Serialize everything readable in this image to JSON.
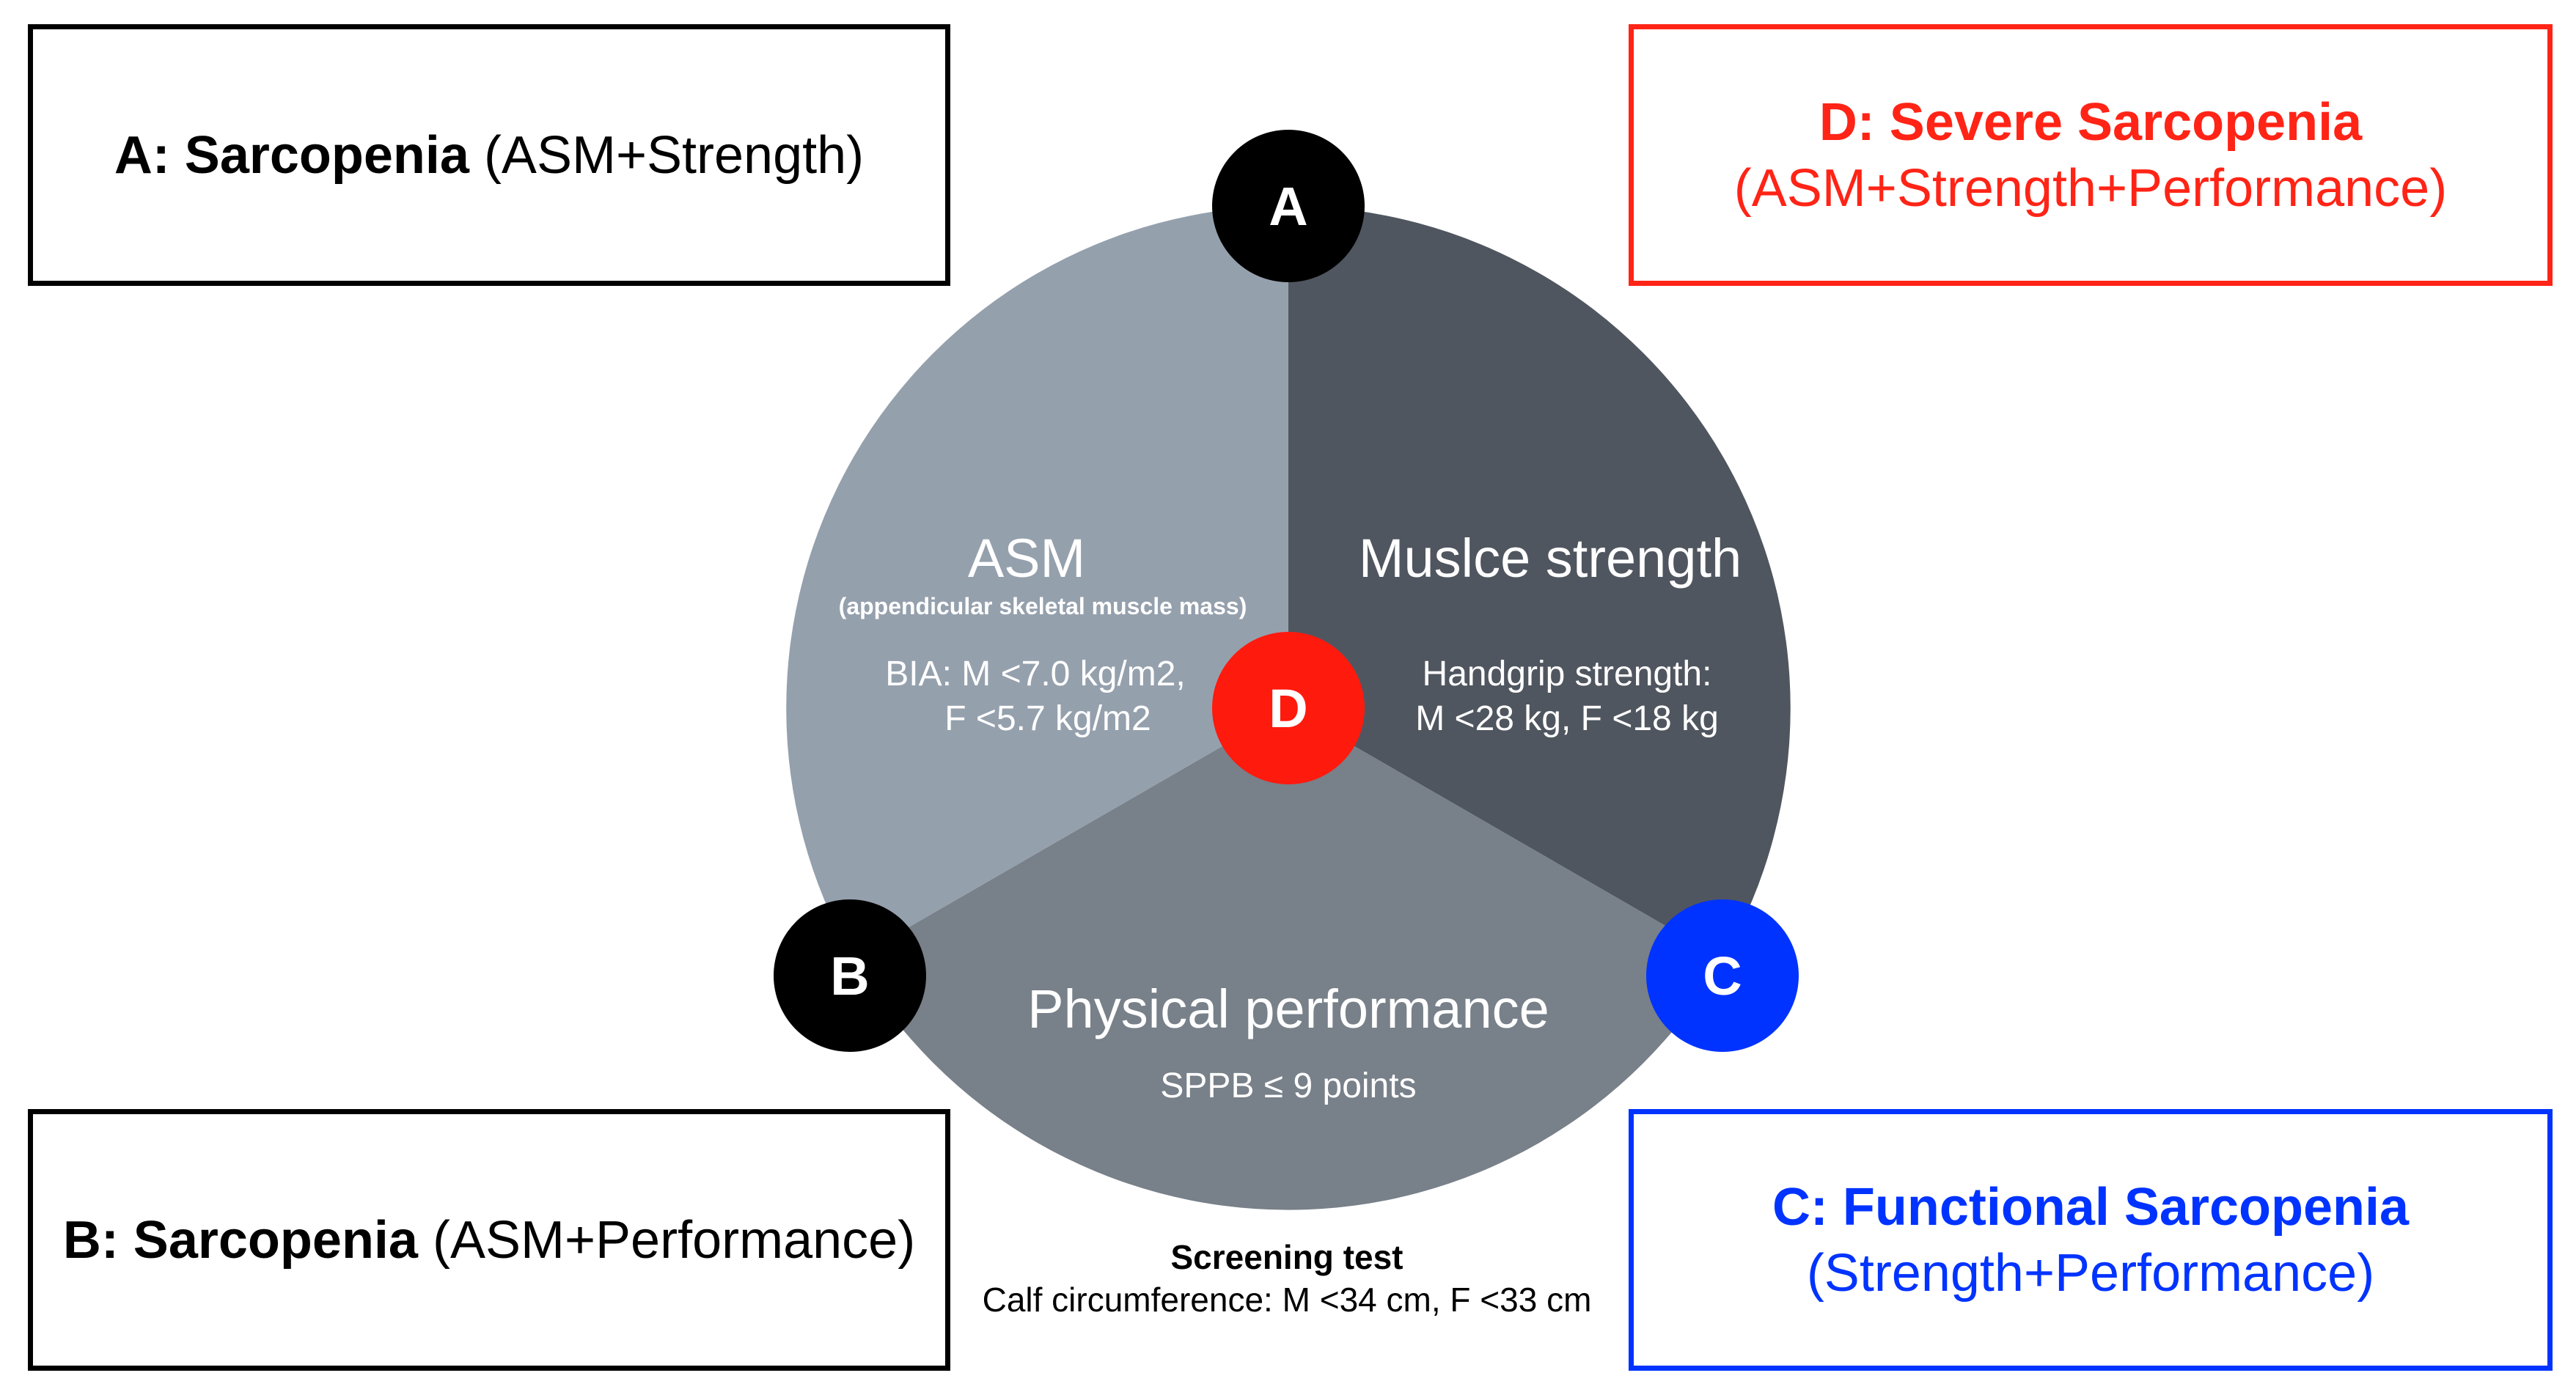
{
  "boxes": {
    "a": {
      "bold": "A: Sarcopenia",
      "rest": " (ASM+Strength)"
    },
    "b": {
      "bold": "B: Sarcopenia",
      "rest": " (ASM+Performance)"
    },
    "d": {
      "line1": "D: Severe Sarcopenia",
      "line2": "(ASM+Strength+Performance)"
    },
    "c": {
      "line1": "C: Functional Sarcopenia",
      "line2": "(Strength+Performance)"
    }
  },
  "segments": {
    "asm": {
      "title": "ASM",
      "subtitle": "(appendicular skeletal muscle mass)",
      "criteria_line1": "BIA: M <7.0 kg/m2,",
      "criteria_line2": "F <5.7 kg/m2"
    },
    "strength": {
      "title": "Muslce strength",
      "criteria_line1": "Handgrip strength:",
      "criteria_line2": "M <28 kg, F <18 kg"
    },
    "performance": {
      "title": "Physical performance",
      "criteria": "SPPB ≤ 9 points"
    }
  },
  "nodes": {
    "a": "A",
    "b": "B",
    "c": "C",
    "d": "D"
  },
  "screening": {
    "title": "Screening test",
    "text": "Calf circumference: M <34 cm, F <33 cm"
  },
  "colors": {
    "asm_segment": "#95a0ad",
    "strength_segment": "#50565f",
    "performance_segment": "#788089",
    "node_black": "#000000",
    "node_d": "#ff1a0e",
    "node_c": "#0033ff",
    "box_d": "#ff2416",
    "box_c": "#0033ff"
  }
}
